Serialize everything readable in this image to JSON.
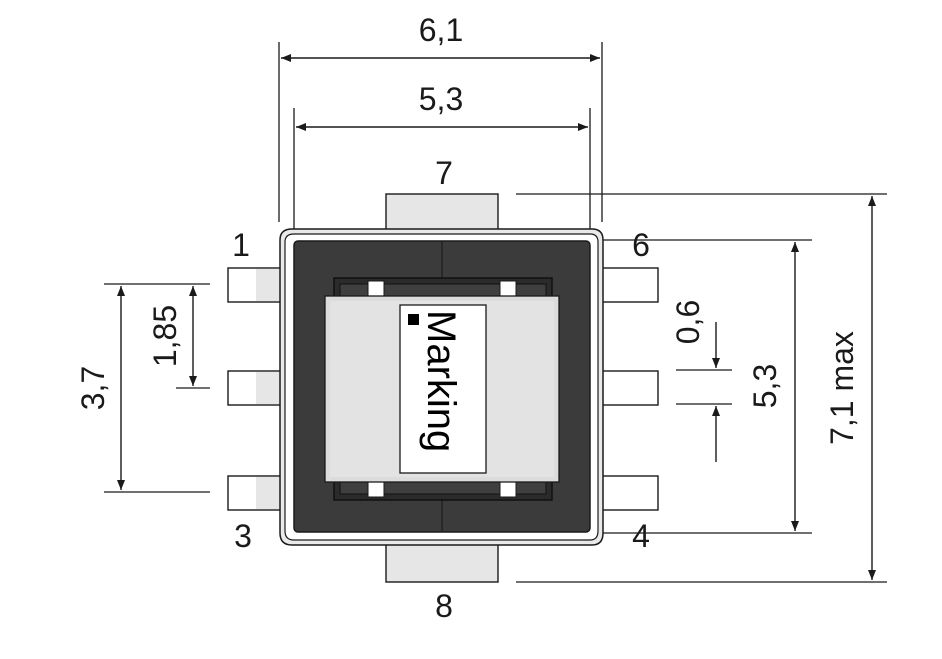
{
  "dimensions": {
    "overall_width": "6,1",
    "body_width": "5,3",
    "pin_pitch": "1,85",
    "pin_span": "3,7",
    "pin_width": "0,6",
    "body_height": "5,3",
    "overall_height": "7,1 max"
  },
  "pins": {
    "p1": "1",
    "p3": "3",
    "p4": "4",
    "p6": "6",
    "p7": "7",
    "p8": "8"
  },
  "marking": {
    "label": "Marking"
  },
  "colors": {
    "line": "#1a1a1a",
    "body_dark": "#3b3b3b",
    "pad_fill": "#e6e6e6",
    "lead_fill": "#ffffff",
    "lid_fill": "#dcdcdc"
  }
}
